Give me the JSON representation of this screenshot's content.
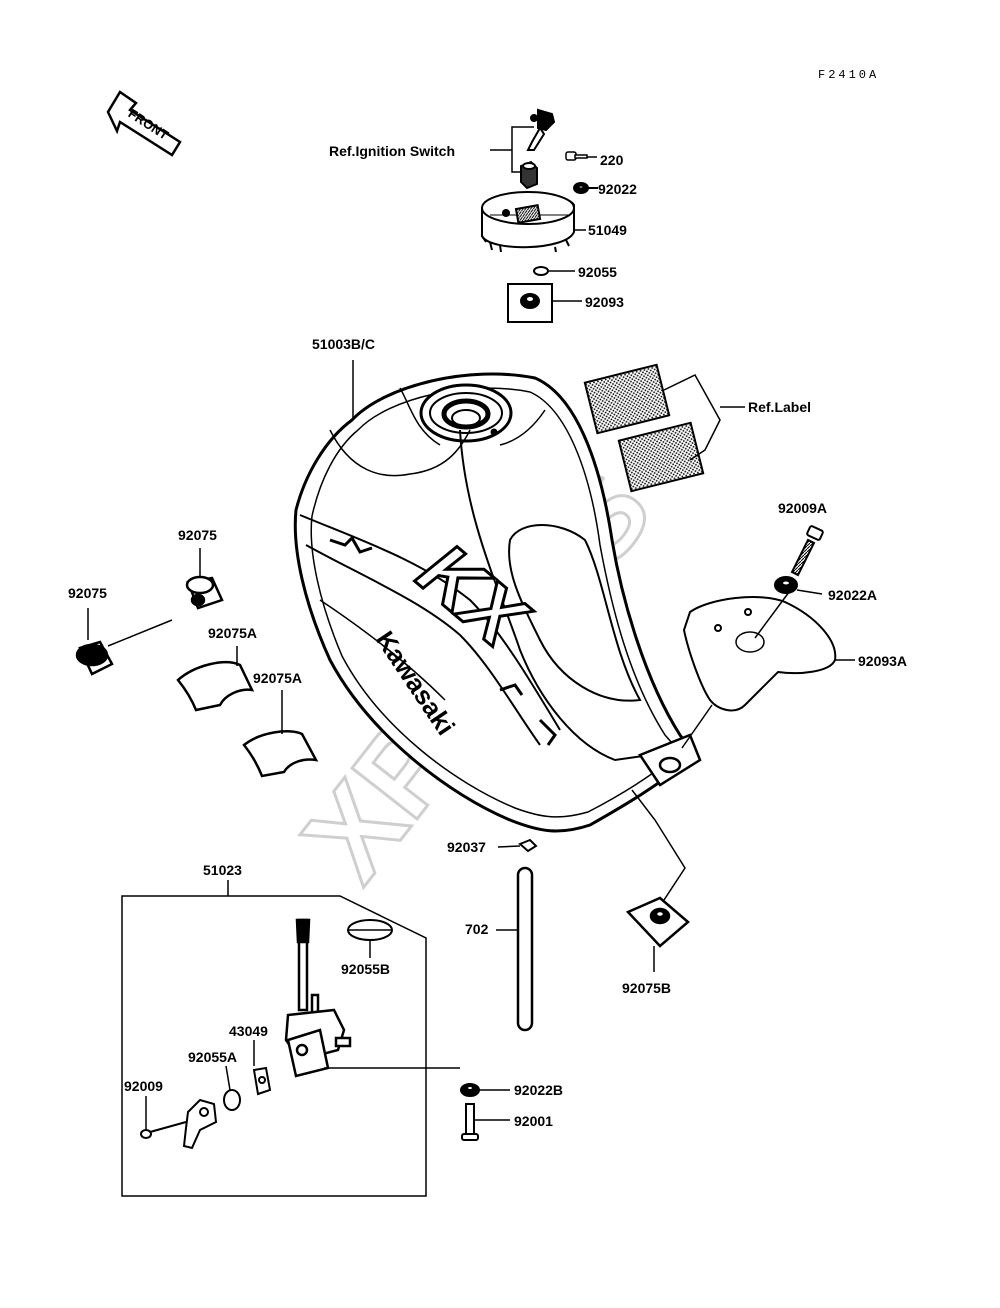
{
  "diagram_code": "F2410A",
  "front_label": "FRONT",
  "brand_text": "Kawasaki",
  "model_logo": "KX",
  "watermark": "XPARTS",
  "parts": {
    "ref_ignition_switch": "Ref.Ignition Switch",
    "p220": "220",
    "p92022": "92022",
    "p51049": "51049",
    "p92055": "92055",
    "p92093": "92093",
    "p51003": "51003B/C",
    "ref_label": "Ref.Label",
    "p92009A": "92009A",
    "p92022A": "92022A",
    "p92093A": "92093A",
    "p92075_top": "92075",
    "p92075_left": "92075",
    "p92075A_1": "92075A",
    "p92075A_2": "92075A",
    "p92037": "92037",
    "p702": "702",
    "p92075B": "92075B",
    "p51023": "51023",
    "p92055B": "92055B",
    "p43049": "43049",
    "p92055A": "92055A",
    "p92009": "92009",
    "p92022B": "92022B",
    "p92001": "92001"
  }
}
